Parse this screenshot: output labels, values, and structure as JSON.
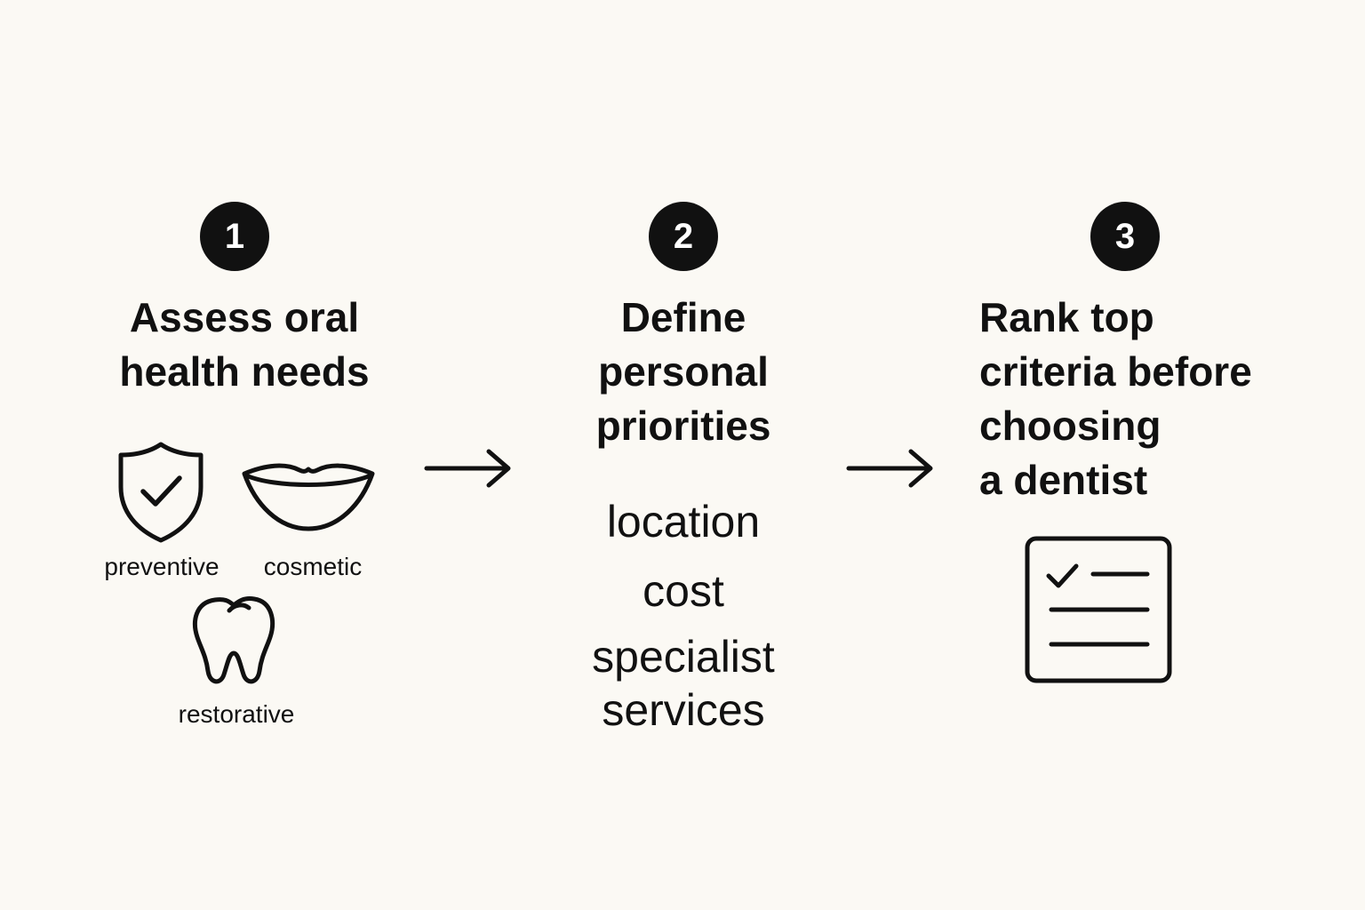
{
  "colors": {
    "background": "#fbf9f4",
    "ink": "#111111",
    "badge_text": "#ffffff"
  },
  "steps": [
    {
      "number": "1",
      "title_lines": [
        "Assess oral",
        "health needs"
      ],
      "categories": [
        {
          "icon": "shield-check-icon",
          "label": "preventive"
        },
        {
          "icon": "lips-icon",
          "label": "cosmetic"
        },
        {
          "icon": "tooth-icon",
          "label": "restorative"
        }
      ]
    },
    {
      "number": "2",
      "title_lines": [
        "Define",
        "personal",
        "priorities"
      ],
      "priorities": [
        "location",
        "cost",
        "specialist",
        "services"
      ]
    },
    {
      "number": "3",
      "title_lines": [
        "Rank top",
        "criteria before",
        "choosing",
        "a dentist"
      ],
      "icon": "checklist-icon"
    }
  ],
  "connectors": [
    {
      "icon": "arrow-right-icon",
      "from": "1",
      "to": "2"
    },
    {
      "icon": "arrow-right-icon",
      "from": "2",
      "to": "3"
    }
  ]
}
